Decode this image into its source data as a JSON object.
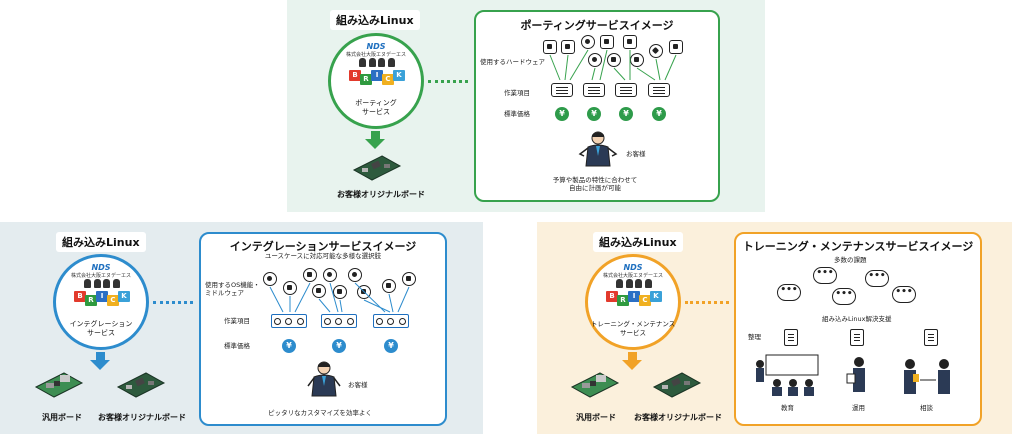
{
  "colors": {
    "green": "#37a24d",
    "blue": "#2d8ccd",
    "orange": "#f1a227",
    "yen_green": "#2e9b4a",
    "yen_blue": "#2d8ccd"
  },
  "common": {
    "linux_label": "組み込みLinux",
    "logo_text": "NDS",
    "company": "株式会社大阪エヌデーエス",
    "brick": [
      "B",
      "R",
      "I",
      "C",
      "K"
    ],
    "board_general": "汎用ボード",
    "board_custom": "お客様オリジナルボード",
    "customer": "お客様",
    "work_items": "作業項目",
    "standard_price": "標準価格",
    "yen": "¥"
  },
  "porting": {
    "circle_caption": "ポーティング\nサービス",
    "title": "ポーティングサービスイメージ",
    "hardware_label": "使用するハードウェア",
    "hardware_icons": [
      "chip-icon",
      "plug-icon",
      "camera-icon",
      "memory-icon",
      "usb-icon",
      "location-icon",
      "wifi-icon",
      "port-icon",
      "sensor-icon",
      "card-icon"
    ],
    "footer": "予算や製品の特性に合わせて\n自由に計画が可能"
  },
  "integration": {
    "circle_caption": "インテグレーション\nサービス",
    "title": "インテグレーションサービスイメージ",
    "subtitle": "ユースケースに対応可能な多様な選択肢",
    "os_label": "使用するOS機能・\nミドルウェア",
    "feature_icons": [
      "globe-icon",
      "lock-icon",
      "code-icon",
      "video-icon",
      "cloud-icon",
      "speaker-icon",
      "link-icon",
      "mic-icon",
      "shield-icon",
      "camera-icon"
    ],
    "footer": "ピッタリなカスタマイズを効率よく"
  },
  "training": {
    "circle_caption": "トレーニング・メンテナンス\nサービス",
    "title": "トレーニング・メンテナンスサービスイメージ",
    "issues": "多数の課題",
    "bubble_text": "•••",
    "support": "組み込みLinux解決支援",
    "organize": "整理",
    "education": "教育",
    "operation": "運用",
    "consultation": "相談"
  }
}
